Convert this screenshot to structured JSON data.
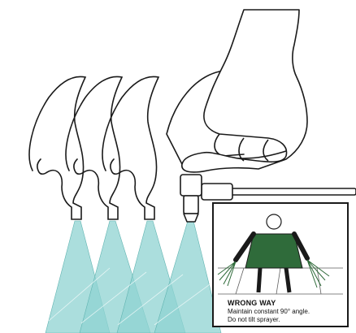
{
  "inset": {
    "title": "WRONG WAY",
    "line1": "Maintain constant 90° angle.",
    "line2": "Do not tilt sprayer."
  },
  "colors": {
    "spray": "#8fd3d1",
    "shirt": "#2f6b3a",
    "ink": "#1a1a1a"
  }
}
